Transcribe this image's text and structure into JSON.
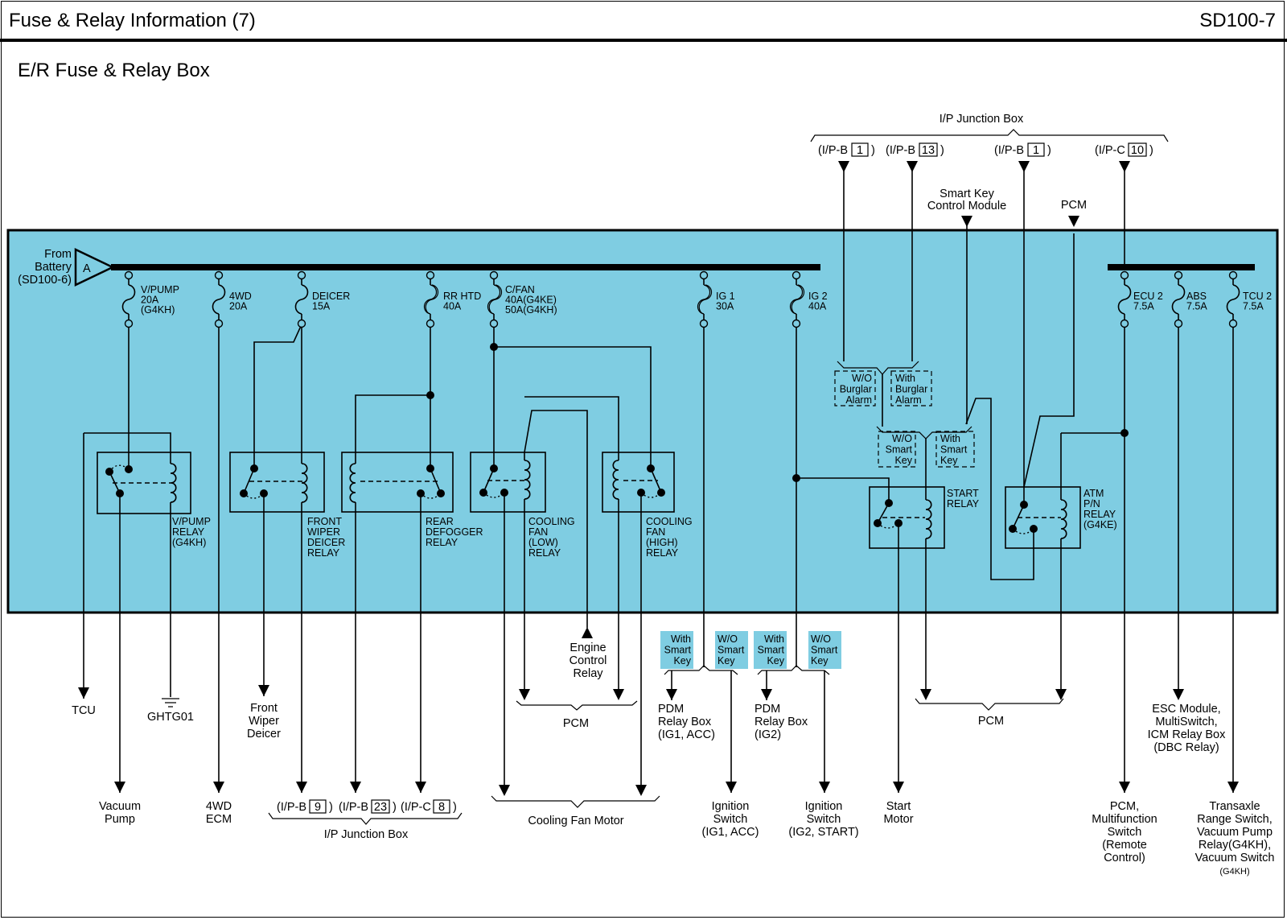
{
  "header": {
    "title": "Fuse & Relay Information (7)",
    "page_code": "SD100-7"
  },
  "section_title": "E/R Fuse & Relay Box",
  "colors": {
    "box_fill": "#7fcde2",
    "condition_tag_fill": "#7fcde2",
    "line": "#000000"
  },
  "source": {
    "connector": "A",
    "label_lines": [
      "From",
      "Battery",
      "(SD100-6)"
    ]
  },
  "fuses": [
    {
      "id": "vpump",
      "lines": [
        "V/PUMP",
        "20A",
        "(G4KH)"
      ]
    },
    {
      "id": "4wd",
      "lines": [
        "4WD",
        "20A"
      ]
    },
    {
      "id": "deicer",
      "lines": [
        "DEICER",
        "15A"
      ]
    },
    {
      "id": "rrhtd",
      "lines": [
        "RR HTD",
        "40A"
      ]
    },
    {
      "id": "cfan",
      "lines": [
        "C/FAN",
        "40A(G4KE)",
        "50A(G4KH)"
      ]
    },
    {
      "id": "ig1",
      "lines": [
        "IG 1",
        "30A"
      ]
    },
    {
      "id": "ig2",
      "lines": [
        "IG 2",
        "40A"
      ]
    },
    {
      "id": "ecu2",
      "lines": [
        "ECU 2",
        "7.5A"
      ]
    },
    {
      "id": "abs",
      "lines": [
        "ABS",
        "7.5A"
      ]
    },
    {
      "id": "tcu2",
      "lines": [
        "TCU 2",
        "7.5A"
      ]
    }
  ],
  "relays": [
    {
      "id": "vpump",
      "lines": [
        "V/PUMP",
        "RELAY",
        "(G4KH)"
      ]
    },
    {
      "id": "deicer",
      "lines": [
        "FRONT",
        "WIPER",
        "DEICER",
        "RELAY"
      ]
    },
    {
      "id": "defog",
      "lines": [
        "REAR",
        "DEFOGGER",
        "RELAY"
      ]
    },
    {
      "id": "fanlow",
      "lines": [
        "COOLING",
        "FAN",
        "(LOW)",
        "RELAY"
      ]
    },
    {
      "id": "fanhigh",
      "lines": [
        "COOLING",
        "FAN",
        "(HIGH)",
        "RELAY"
      ]
    },
    {
      "id": "start",
      "lines": [
        "START",
        "RELAY"
      ]
    },
    {
      "id": "atm",
      "lines": [
        "ATM",
        "P/N",
        "RELAY",
        "(G4KE)"
      ]
    }
  ],
  "top_inputs": {
    "junction_label": "I/P Junction Box",
    "connectors": [
      {
        "prefix": "(I/P-B",
        "pin": "1",
        "suffix": ")"
      },
      {
        "prefix": "(I/P-B",
        "pin": "13",
        "suffix": ")"
      },
      {
        "prefix": "(I/P-B",
        "pin": "1",
        "suffix": ")"
      },
      {
        "prefix": "(I/P-C",
        "pin": "10",
        "suffix": ")"
      }
    ],
    "smart_key_module": [
      "Smart Key",
      "Control Module"
    ],
    "pcm": "PCM"
  },
  "conditions": {
    "burglar": [
      [
        "W/O",
        "Burglar",
        "Alarm"
      ],
      [
        "With",
        "Burglar",
        "Alarm"
      ]
    ],
    "smart_key": [
      [
        "W/O",
        "Smart",
        "Key"
      ],
      [
        "With",
        "Smart",
        "Key"
      ]
    ],
    "ig_tags": [
      [
        "With",
        "Smart",
        "Key"
      ],
      [
        "W/O",
        "Smart",
        "Key"
      ],
      [
        "With",
        "Smart",
        "Key"
      ],
      [
        "W/O",
        "Smart",
        "Key"
      ]
    ]
  },
  "outputs": {
    "tcu": [
      "TCU"
    ],
    "ground": [
      "GHTG01"
    ],
    "front_wiper_deicer": [
      "Front",
      "Wiper",
      "Deicer"
    ],
    "vacuum_pump": [
      "Vacuum",
      "Pump"
    ],
    "4wd_ecm": [
      "4WD",
      "ECM"
    ],
    "bottom_connectors": [
      {
        "prefix": "(I/P-B",
        "pin": "9",
        "suffix": ")"
      },
      {
        "prefix": "(I/P-B",
        "pin": "23",
        "suffix": ")"
      },
      {
        "prefix": "(I/P-C",
        "pin": "8",
        "suffix": ")"
      }
    ],
    "bottom_junction_label": "I/P Junction Box",
    "engine_control_relay": [
      "Engine",
      "Control",
      "Relay"
    ],
    "pcm_fan": "PCM",
    "cooling_fan_motor": "Cooling Fan Motor",
    "pdm_ig1": [
      "PDM",
      "Relay Box",
      "(IG1, ACC)"
    ],
    "pdm_ig2": [
      "PDM",
      "Relay Box",
      "(IG2)"
    ],
    "ign_ig1": [
      "Ignition",
      "Switch",
      "(IG1, ACC)"
    ],
    "ign_ig2": [
      "Ignition",
      "Switch",
      "(IG2, START)"
    ],
    "start_motor": [
      "Start",
      "Motor"
    ],
    "pcm_right": "PCM",
    "esc": [
      "ESC Module,",
      "MultiSwitch,",
      "ICM Relay Box",
      "(DBC Relay)"
    ],
    "pcm_mfs": [
      "PCM,",
      "Multifunction",
      "Switch",
      "(Remote",
      "Control)"
    ],
    "transaxle": [
      "Transaxle",
      "Range Switch,",
      "Vacuum Pump",
      "Relay(G4KH),",
      "Vacuum Switch",
      "(G4KH)"
    ]
  }
}
